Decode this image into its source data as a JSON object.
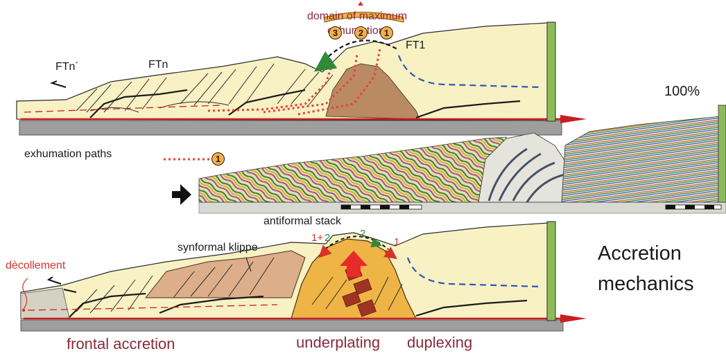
{
  "labels": {
    "domain_line1": "domain of maximum",
    "domain_line2": "exhumation",
    "ftn_prime": "FTn´",
    "ftn": "FTn",
    "ft1": "FT1",
    "percent": "100%",
    "exhumation_paths": "exhumation paths",
    "antiformal_stack": "antiformal stack",
    "synformal_klippe": "synformal klippe",
    "decollement": "dècollement",
    "accretion_line1": "Accretion",
    "accretion_line2": "mechanics",
    "frontal_accretion": "frontal accretion",
    "underplating": "underplating",
    "duplexing": "duplexing"
  },
  "badges": [
    "3",
    "2",
    "1"
  ],
  "legend_badge": "1",
  "sequence_labels": {
    "red_one_plus": "1+",
    "green_two_a": "2",
    "green_two_b": "2",
    "red_one": "1"
  },
  "colors": {
    "wedge_fill": "#f7f1c4",
    "underplated_fill": "#efb446",
    "klippe_fill": "#dcae8a",
    "core_fill": "#b98a63",
    "basal_red": "#c81e1e",
    "base_gray": "#9e9e9e",
    "backstop_green": "#8dbb5c",
    "path_red": "#e8413a",
    "blue_dash": "#2a55b8",
    "text_maroon": "#8a2a3a"
  }
}
